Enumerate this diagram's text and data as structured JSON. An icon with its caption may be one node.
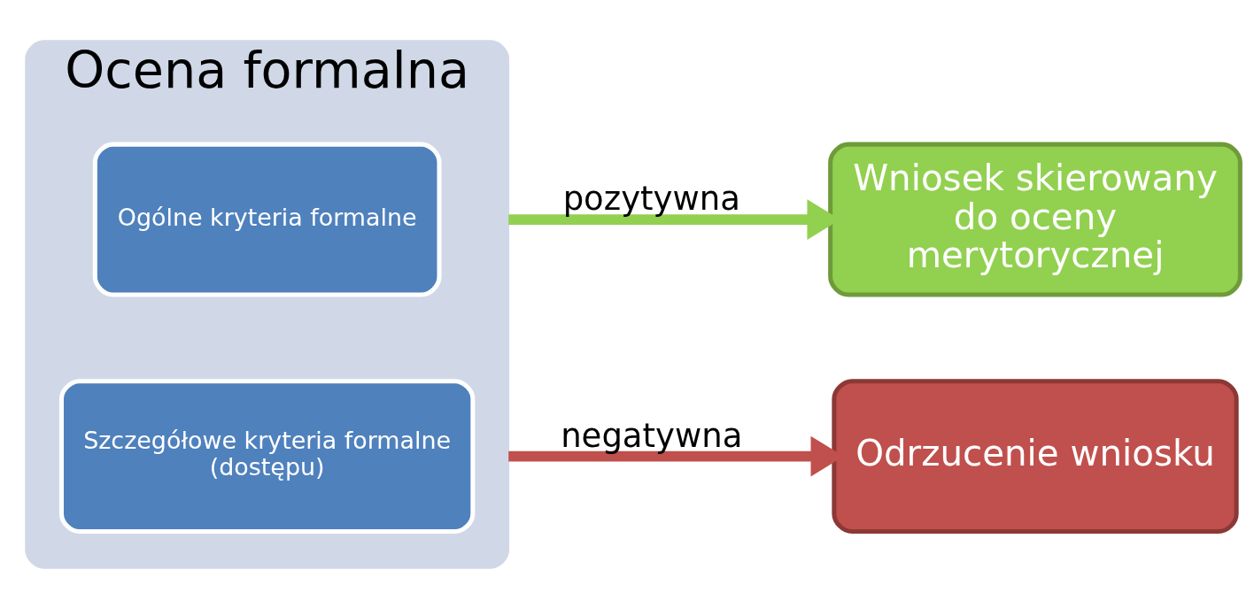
{
  "diagram": {
    "nodes": [
      {
        "text": [
          "Ocena formalna"
        ]
      },
      {
        "text": [
          "Ogólne kryteria formalne"
        ],
        "in": 0
      },
      {
        "text": [
          "Szczegółowe kryteria formalne (dostępu)"
        ],
        "in": 0
      },
      {
        "text": [
          "Wniosek skierowany do oceny merytorycznej"
        ]
      },
      {
        "text": [
          "Odrzucenie wniosku"
        ]
      }
    ],
    "edges": [
      {
        "from": 0,
        "to": 3,
        "arrow": "to",
        "label": "pozytywna",
        "color": "#92d050"
      },
      {
        "from": 0,
        "to": 4,
        "arrow": "to",
        "label": "negatywna",
        "color": "#c0504d"
      }
    ]
  }
}
